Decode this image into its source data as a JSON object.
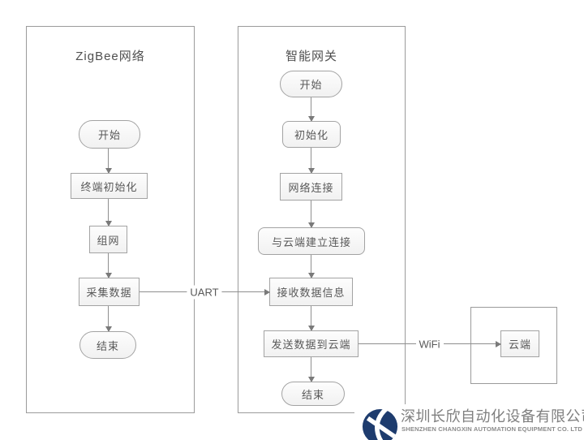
{
  "colors": {
    "border": "#9b9b9b",
    "node_border": "#a3a3a3",
    "node_fill": "#f4f4f4",
    "text": "#595959",
    "line": "#8f8f8f",
    "logo_navy": "#1e3c6e",
    "footer_text": "#7f7f7f"
  },
  "left_flow": {
    "title": "ZigBee网络",
    "nodes": [
      {
        "label": "开始",
        "shape": "stadium"
      },
      {
        "label": "终端初始化",
        "shape": "rect"
      },
      {
        "label": "组网",
        "shape": "rect"
      },
      {
        "label": "采集数据",
        "shape": "rect"
      },
      {
        "label": "结束",
        "shape": "stadium"
      }
    ]
  },
  "right_flow": {
    "title": "智能网关",
    "nodes": [
      {
        "label": "开始",
        "shape": "stadium"
      },
      {
        "label": "初始化",
        "shape": "rounded"
      },
      {
        "label": "网络连接",
        "shape": "rect"
      },
      {
        "label": "与云端建立连接",
        "shape": "rounded"
      },
      {
        "label": "接收数据信息",
        "shape": "rect"
      },
      {
        "label": "发送数据到云端",
        "shape": "rect"
      },
      {
        "label": "结束",
        "shape": "stadium"
      }
    ]
  },
  "cloud": {
    "label": "云端"
  },
  "links": {
    "uart": {
      "label": "UART",
      "from": "采集数据",
      "to": "接收数据信息"
    },
    "wifi": {
      "label": "WiFi",
      "from": "发送数据到云端",
      "to": "云端"
    }
  },
  "footer": {
    "company_cn": "深圳长欣自动化设备有限公司",
    "company_en": "SHENZHEN CHANGXIN AUTOMATION EQUIPMENT CO. LTD"
  }
}
